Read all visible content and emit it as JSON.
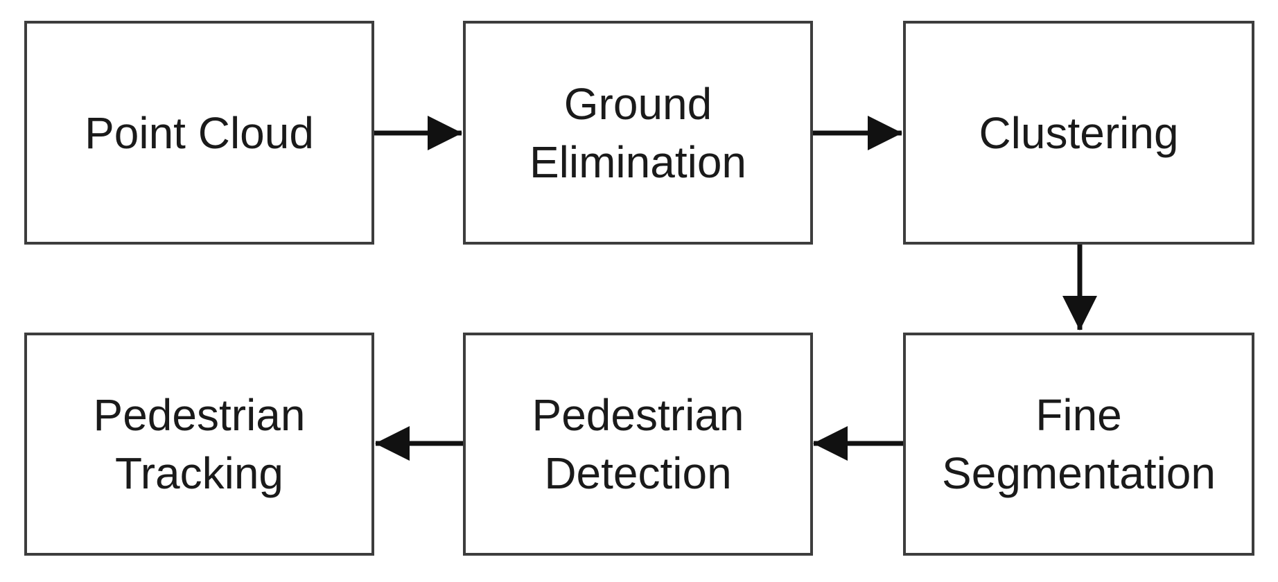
{
  "diagram": {
    "title": "Pedestrian detection pipeline flowchart",
    "type": "flowchart",
    "background_color": "#ffffff",
    "box_fill_color": "#ffffff",
    "box_border_color": "#3d3d3d",
    "text_color": "#1a1a1a",
    "arrow_color": "#111111",
    "nodes": [
      {
        "id": "point-cloud",
        "label": "Point Cloud"
      },
      {
        "id": "ground-elimination",
        "label": "Ground\nElimination"
      },
      {
        "id": "clustering",
        "label": "Clustering"
      },
      {
        "id": "fine-segmentation",
        "label": "Fine\nSegmentation"
      },
      {
        "id": "pedestrian-detection",
        "label": "Pedestrian\nDetection"
      },
      {
        "id": "pedestrian-tracking",
        "label": "Pedestrian\nTracking"
      }
    ],
    "edges": [
      {
        "from": "Point Cloud",
        "to": "Ground Elimination",
        "direction": "right"
      },
      {
        "from": "Ground Elimination",
        "to": "Clustering",
        "direction": "right"
      },
      {
        "from": "Clustering",
        "to": "Fine Segmentation",
        "direction": "down"
      },
      {
        "from": "Fine Segmentation",
        "to": "Pedestrian Detection",
        "direction": "left"
      },
      {
        "from": "Pedestrian Detection",
        "to": "Pedestrian Tracking",
        "direction": "left"
      }
    ]
  }
}
